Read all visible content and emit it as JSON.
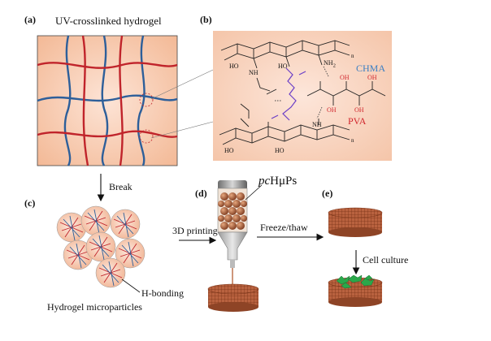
{
  "panels": {
    "a": {
      "letter": "(a)",
      "title": "UV-crosslinked hydrogel"
    },
    "b": {
      "letter": "(b)",
      "chma": "CHMA",
      "pva": "PVA",
      "nh2": "NH",
      "nh2_sub": "2",
      "nh": "NH",
      "ho": "HO",
      "oh": "OH",
      "h": "H",
      "o": "O",
      "n_sub": "n"
    },
    "c": {
      "letter": "(c)",
      "caption": "Hydrogel microparticles",
      "hbond": "H-bonding"
    },
    "d": {
      "letter": "(d)",
      "label_italic": "pc",
      "label_rest": "HμPs"
    },
    "e": {
      "letter": "(e)"
    }
  },
  "arrows": {
    "break": "Break",
    "print": "3D printing",
    "freeze": "Freeze/thaw",
    "culture": "Cell culture"
  },
  "colors": {
    "hydrogel_fill": "#f6c8ae",
    "chain_red": "#c0242b",
    "chain_blue": "#2d5f9a",
    "chma_blue": "#3b7fc3",
    "pva_red": "#d1262d",
    "linker_purple": "#6b3fc7",
    "scaffold_brown": "#a8583c",
    "cells_green": "#2aa84a"
  }
}
